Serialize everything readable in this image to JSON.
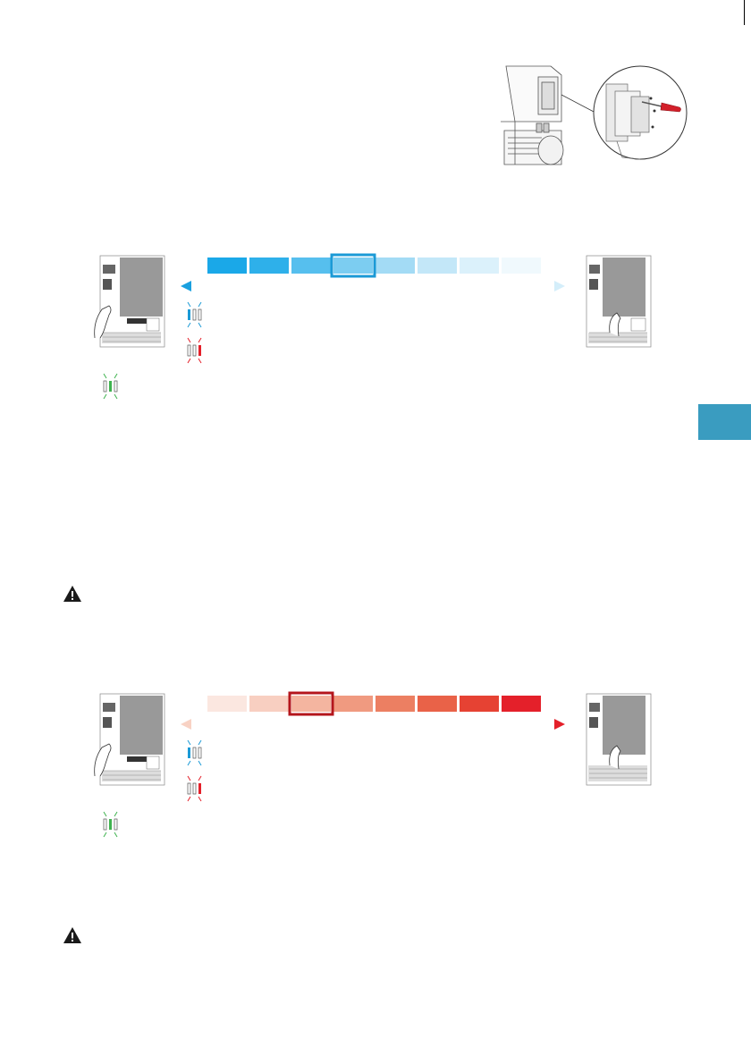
{
  "page": {
    "edge_tab_color": "#3a9cc0"
  },
  "cooling_section": {
    "gradient_colors": [
      "#1aa8e8",
      "#2eb0ea",
      "#56bfee",
      "#7ccdf1",
      "#a3dbf5",
      "#c3e7f8",
      "#dbf1fb",
      "#f0f9fd"
    ],
    "selected_step": 4,
    "selection_color": "#1b9ad6",
    "arrow_start_color": "#1aa0df",
    "arrow_end_color": "#d4eefa"
  },
  "heating_section": {
    "gradient_colors": [
      "#fbe7e0",
      "#f8cfc1",
      "#f4b5a0",
      "#f09a80",
      "#ec7f62",
      "#e96248",
      "#e64233",
      "#e4202a"
    ],
    "selected_step": 3,
    "selection_color": "#b4161c",
    "arrow_start_color": "#f8d2c4",
    "arrow_end_color": "#e4202a"
  },
  "led_colors": {
    "blue": "#1b9ad6",
    "red": "#e4202a",
    "green": "#3fb34f"
  },
  "icons": {
    "warning": "warning-triangle-icon",
    "product": "fan-coil-unit-illustration",
    "screwdriver": "screwdriver-icon",
    "control_board": "control-board-illustration",
    "hand": "hand-pressing-icon"
  }
}
